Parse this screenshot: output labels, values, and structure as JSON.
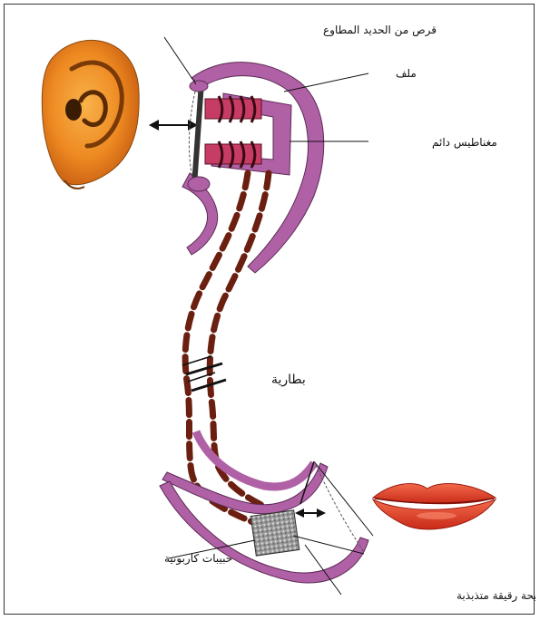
{
  "labels": {
    "disc": "قرص من الحديد المطاوع",
    "coil": "ملف",
    "magnet": "مغناطيس دائم",
    "battery": "بطارية",
    "granules": "حبيبات كاربونية",
    "diaphragm": "صفيحة رقيقة متذبذبة"
  },
  "colors": {
    "receiver_body": "#b061a6",
    "coil": "#c63c64",
    "wire": "#6b1f10",
    "ear": "#f08a2a",
    "lips": "#e0402a"
  },
  "icons": {
    "ear": "ear-illustration",
    "lips": "lips-illustration"
  }
}
